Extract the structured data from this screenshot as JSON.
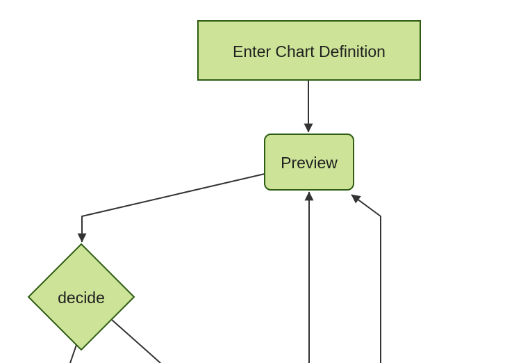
{
  "diagram": {
    "type": "flowchart-top-down",
    "nodes": [
      {
        "id": "enter-chart-definition",
        "label": "Enter Chart Definition",
        "shape": "rectangle"
      },
      {
        "id": "preview",
        "label": "Preview",
        "shape": "rounded-rectangle"
      },
      {
        "id": "decide",
        "label": "decide",
        "shape": "diamond"
      }
    ],
    "edges": [
      {
        "from": "enter-chart-definition",
        "to": "preview",
        "arrow": true
      },
      {
        "from": "preview",
        "to": "decide",
        "arrow": true
      },
      {
        "from": "offscreen-bottom-center",
        "to": "preview",
        "arrow": true
      },
      {
        "from": "offscreen-bottom-right",
        "to": "preview",
        "arrow": true
      },
      {
        "from": "decide",
        "to": "offscreen-bottom-left",
        "arrow": false
      },
      {
        "from": "decide",
        "to": "offscreen-bottom-right",
        "arrow": false
      }
    ],
    "colors": {
      "node_fill": "#cde498",
      "node_border": "#2d5c12",
      "edge": "#333333",
      "text": "#1f1f1f",
      "background": "#ffffff"
    }
  }
}
